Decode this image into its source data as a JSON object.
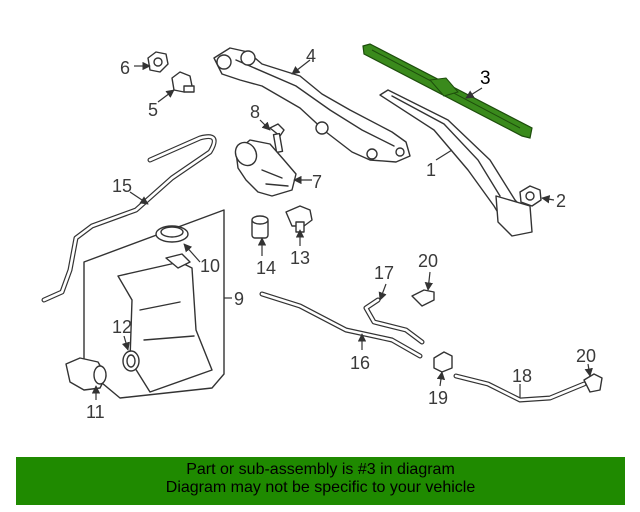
{
  "diagram": {
    "highlighted_part": "3",
    "highlight_color": "#3a8a1c",
    "callouts": [
      "1",
      "2",
      "3",
      "4",
      "5",
      "6",
      "7",
      "8",
      "9",
      "10",
      "11",
      "12",
      "13",
      "14",
      "15",
      "16",
      "17",
      "18",
      "19",
      "20",
      "20"
    ]
  },
  "banner": {
    "background": "#1f8a00",
    "line1": "Part or sub-assembly is #3 in diagram",
    "line2": "Diagram may not be specific to your vehicle"
  }
}
